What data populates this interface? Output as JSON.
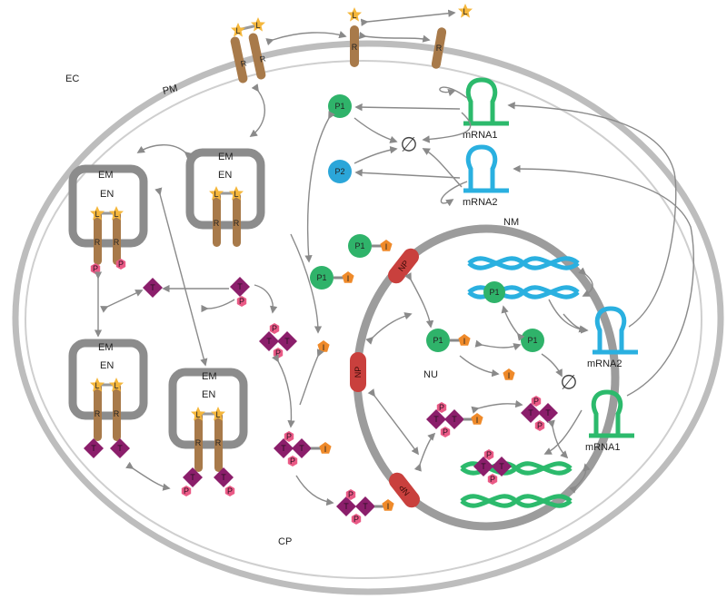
{
  "labels": {
    "ec": "EC",
    "pm": "PM",
    "cp": "CP",
    "nm": "NM",
    "nu": "NU",
    "em": "EM",
    "en": "EN",
    "np": "NP",
    "mrna1": "mRNA1",
    "mrna2": "mRNA2",
    "p1": "P1",
    "p2": "P2",
    "ligand": "L",
    "receptor": "R",
    "tf": "T",
    "phospho": "P",
    "inhibitor": "I",
    "degradation": "∅"
  },
  "colors": {
    "membrane": "#bdbdbd",
    "nuclear_membrane": "#9c9c9c",
    "endosome": "#8c8c8c",
    "receptor": "#a87a4a",
    "ligand": "#f5b73c",
    "transcription_factor": "#8b1e6b",
    "phosphate": "#ea5a86",
    "inhibitor": "#ef8a2a",
    "p1_green": "#2fb36a",
    "p2_blue": "#2ba6d9",
    "dna_blue": "#2ab0e0",
    "dna_green": "#2cba6c",
    "nuclear_pore": "#c9403d",
    "arrow": "#8a8a8a"
  }
}
